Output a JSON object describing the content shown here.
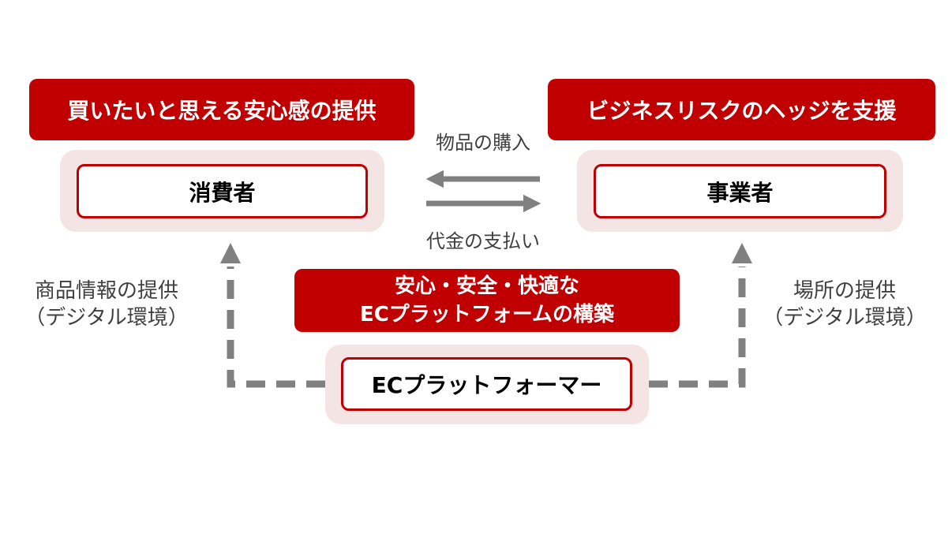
{
  "diagram": {
    "left_banner": "買いたいと思える安心感の提供",
    "right_banner": "ビジネスリスクのヘッジを支援",
    "consumer_label": "消費者",
    "business_label": "事業者",
    "purchase_label": "物品の購入",
    "payment_label": "代金の支払い",
    "left_side_label": {
      "line1": "商品情報の提供",
      "line2": "（デジタル環境）"
    },
    "right_side_label": {
      "line1": "場所の提供",
      "line2": "（デジタル環境）"
    },
    "center_banner": {
      "line1": "安心・安全・快適な",
      "line2": "ECプラットフォームの構築"
    },
    "platform_label": "ECプラットフォーマー",
    "colors": {
      "accent": "#c00000",
      "pink_bg": "#f4e4e4",
      "arrow": "#808080"
    }
  }
}
